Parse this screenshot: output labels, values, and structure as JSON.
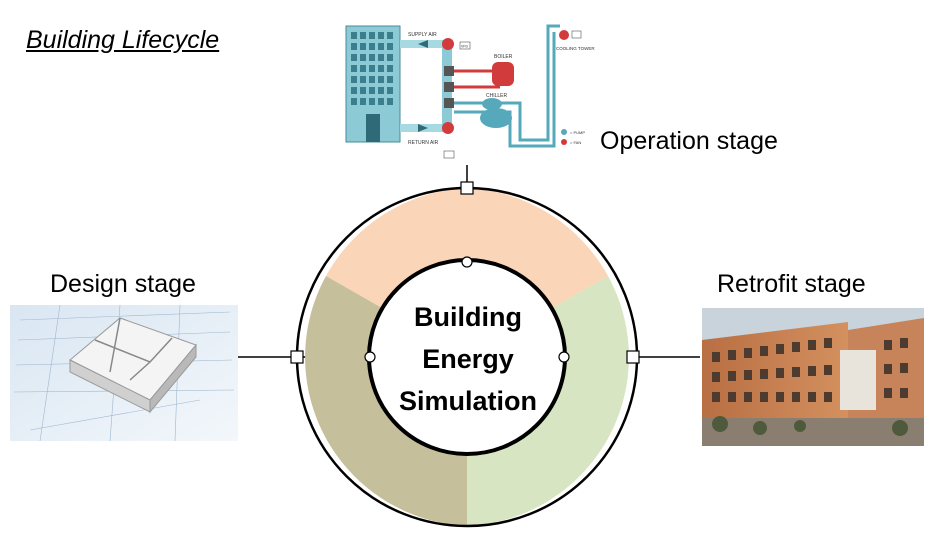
{
  "title": "Building Lifecycle",
  "center": {
    "lines": [
      "Building",
      "Energy",
      "Simulation"
    ]
  },
  "stages": {
    "operation": {
      "label": "Operation stage"
    },
    "design": {
      "label": "Design stage"
    },
    "retrofit": {
      "label": "Retrofit stage"
    }
  },
  "hvac_schematic": {
    "labels": {
      "supply_air": "SUPPLY AIR",
      "return_air": "RETURN AIR",
      "boiler": "BOILER",
      "chiller": "CHILLER",
      "cooling_tower": "COOLING TOWER",
      "vfd": "VFD",
      "pump_legend": "= PUMP",
      "fan_legend": "= FAN"
    }
  },
  "colors": {
    "operation_segment": "#fad5b8",
    "retrofit_segment": "#d8e5c2",
    "design_segment": "#c5bf9c",
    "outline": "#000000"
  }
}
